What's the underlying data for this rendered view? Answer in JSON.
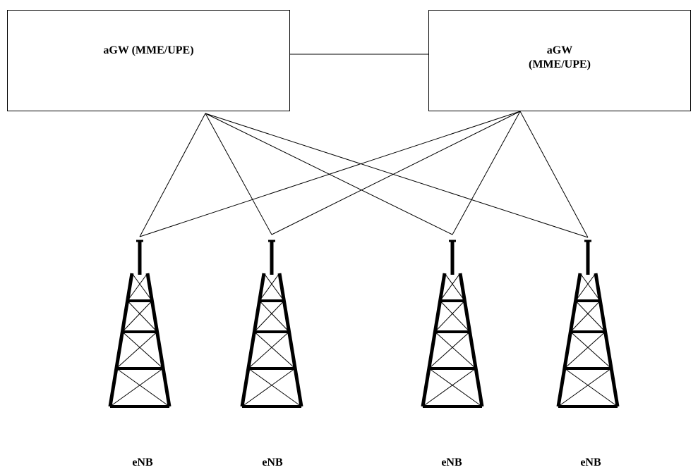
{
  "gateways": [
    {
      "name": "aGW (MME/UPE)"
    },
    {
      "name_line1": "aGW",
      "name_line2": "(MME/UPE)"
    }
  ],
  "enbs": [
    {
      "label": "eNB"
    },
    {
      "label": "eNB"
    },
    {
      "label": "eNB"
    },
    {
      "label": "eNB"
    }
  ]
}
